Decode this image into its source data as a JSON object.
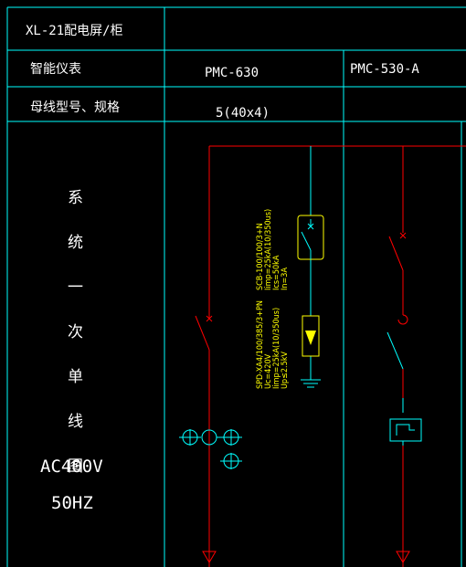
{
  "table": {
    "header_title": "XL-21配电屏/柜",
    "row_meter_label": "智能仪表",
    "row_meter_col1": "PMC-630",
    "row_meter_col2": "PMC-530-A",
    "row_bus_label": "母线型号、规格",
    "row_bus_col1": "5(40x4)",
    "side_label_chars": [
      "系",
      "统",
      "一",
      "次",
      "单",
      "线",
      "图"
    ],
    "voltage": "AC400V",
    "frequency": "50HZ"
  },
  "spd_annotation": {
    "line1": "SCB-100/100/3+N",
    "line2": "Iimp=25kA(10/350us)",
    "line3": "Ics=50kA",
    "line4": "In=3A",
    "line5": "SPD-XA4/100/385/3+PN",
    "line6": "Uc=420V",
    "line7": "Iimp=25kA(10/350us)",
    "line8": "Up≤2.5kV"
  },
  "colors": {
    "grid": "#00ffff",
    "busbar": "#ff0000",
    "neutral": "#00ffff",
    "annotation": "#ffff00",
    "text": "#ffffff"
  }
}
